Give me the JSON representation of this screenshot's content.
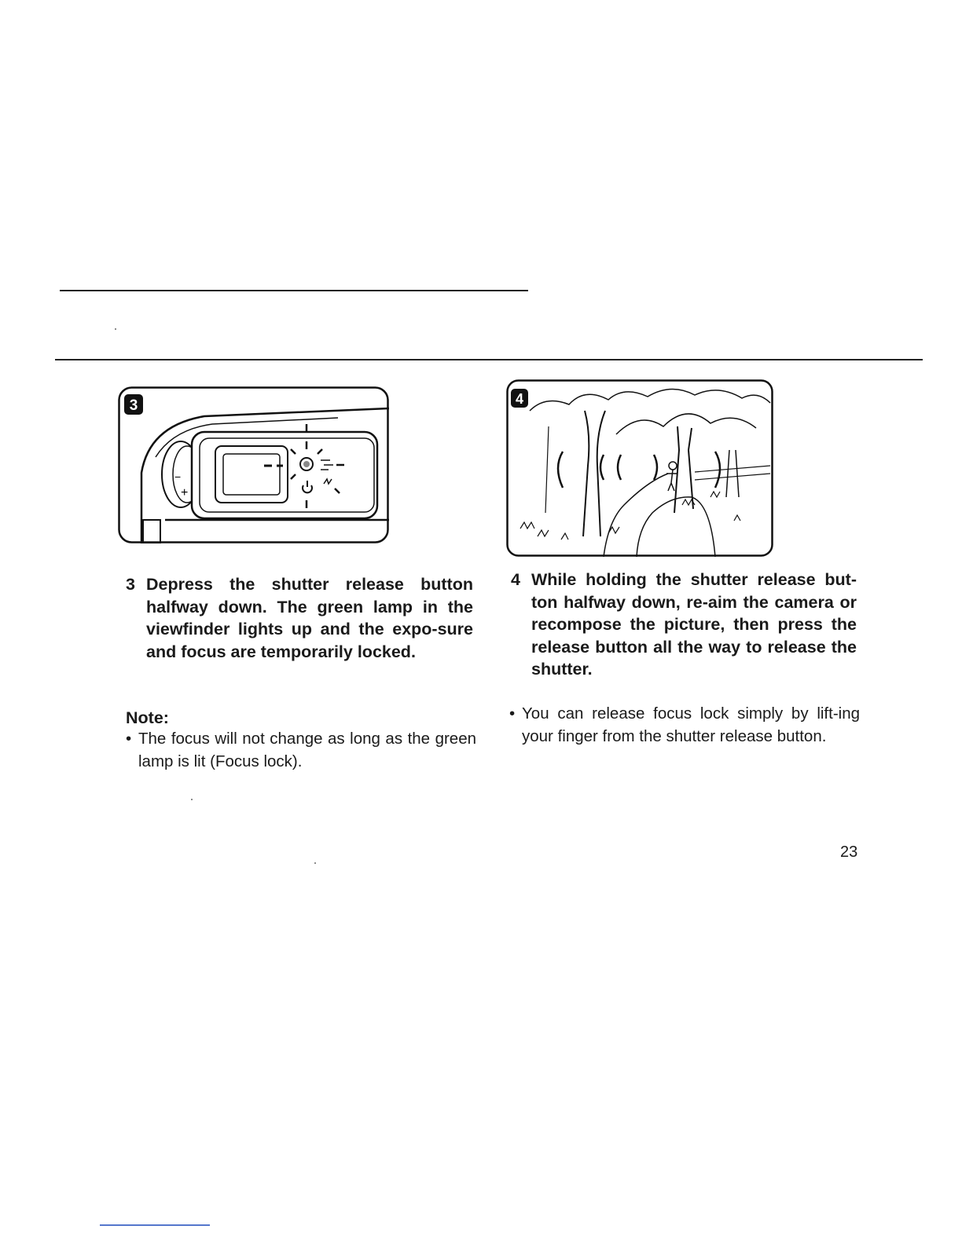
{
  "steps": [
    {
      "number": "3",
      "text": "Depress the shutter release button halfway down. The green lamp in the viewfinder lights up and the expo-sure and focus are temporarily locked.",
      "figure_badge": "3"
    },
    {
      "number": "4",
      "text": "While holding the shutter release but-ton halfway down, re-aim the camera or recompose the picture, then press the release button all the way to release the shutter.",
      "figure_badge": "4"
    }
  ],
  "note": {
    "title": "Note:",
    "bullet_glyph": "•",
    "text": "The focus will not change as long as the green lamp is lit (Focus lock)."
  },
  "tip": {
    "bullet_glyph": "•",
    "text": "You can release focus lock simply by lift-ing your finger from the shutter release button."
  },
  "page_number": "23"
}
